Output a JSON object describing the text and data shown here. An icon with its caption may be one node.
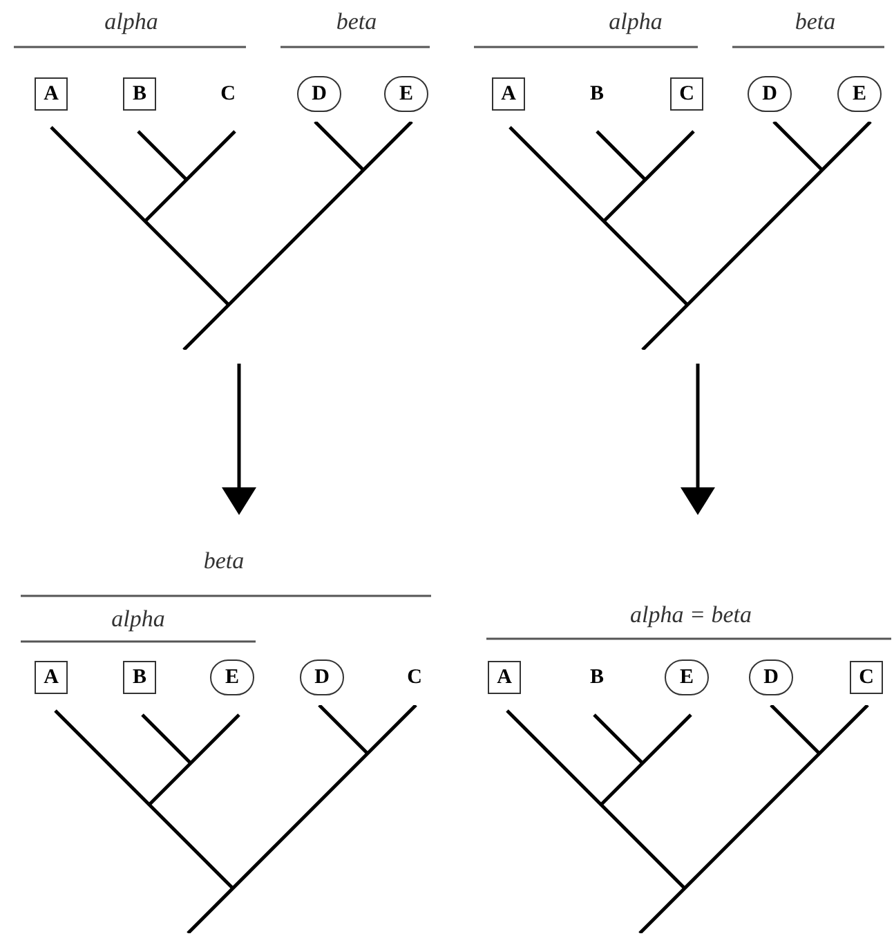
{
  "diagram": {
    "nodes": [
      {
        "text": [
          "A"
        ]
      },
      {
        "text": [
          "B"
        ]
      },
      {
        "text": [
          "C"
        ]
      },
      {
        "text": [
          "D"
        ]
      },
      {
        "text": [
          "E"
        ]
      },
      {
        "text": [],
        "shape": "tree"
      },
      {
        "text": [
          "A"
        ]
      },
      {
        "text": [
          "B"
        ]
      },
      {
        "text": [
          "C"
        ]
      },
      {
        "text": [
          "D"
        ]
      },
      {
        "text": [
          "E"
        ]
      },
      {
        "text": [],
        "shape": "tree"
      },
      {
        "text": [
          "A"
        ]
      },
      {
        "text": [
          "B"
        ]
      },
      {
        "text": [
          "E"
        ]
      },
      {
        "text": [
          "D"
        ]
      },
      {
        "text": [
          "C"
        ]
      },
      {
        "text": [],
        "shape": "tree"
      },
      {
        "text": [
          "A"
        ]
      },
      {
        "text": [
          "B"
        ]
      },
      {
        "text": [
          "E"
        ]
      },
      {
        "text": [
          "D"
        ]
      },
      {
        "text": [
          "C"
        ]
      },
      {
        "text": [],
        "shape": "tree"
      }
    ],
    "edges": [
      {
        "from": 5,
        "to": null,
        "arrow": "to"
      },
      {
        "from": 11,
        "to": null,
        "arrow": "to"
      }
    ],
    "labels": [
      "alpha",
      "beta",
      "alpha",
      "beta",
      "beta",
      "alpha",
      "alpha = beta"
    ]
  }
}
